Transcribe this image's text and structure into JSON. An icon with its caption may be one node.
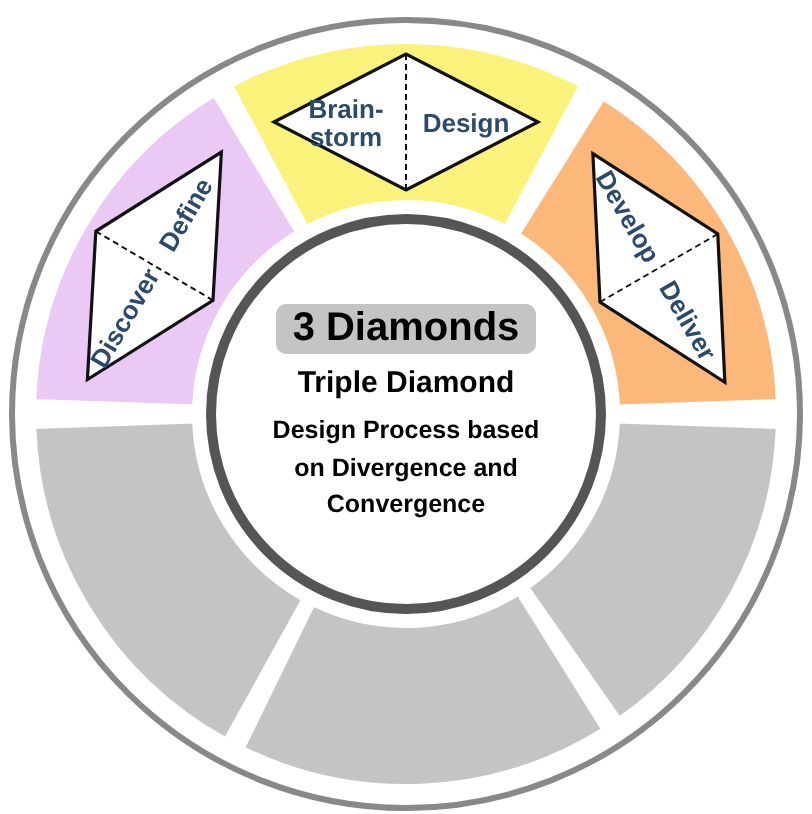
{
  "diagram": {
    "nodes": [
      {
        "text": [],
        "shape": "band"
      },
      {
        "text": [
          "Discover",
          "Define"
        ],
        "in": 0
      },
      {
        "text": [],
        "shape": "band"
      },
      {
        "text": [
          "Brain- storm",
          "Design"
        ],
        "in": 2
      },
      {
        "text": [],
        "shape": "band"
      },
      {
        "text": [
          "Develop",
          "Deliver"
        ],
        "in": 4
      },
      {
        "text": [
          "3 Diamonds",
          "Triple Diamond",
          "Design Process based on Divergence and Convergence"
        ]
      },
      {
        "text": [],
        "shape": "band"
      },
      {
        "text": [],
        "shape": "band"
      },
      {
        "text": [],
        "shape": "band"
      }
    ]
  }
}
